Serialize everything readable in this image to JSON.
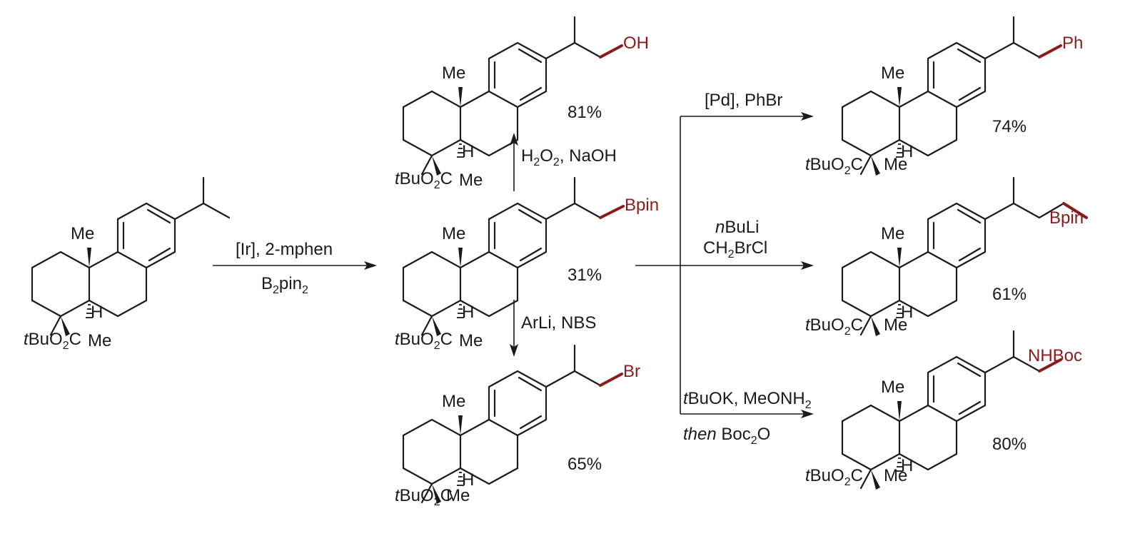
{
  "molecules": {
    "start": {
      "me_label": "Me",
      "h_label": "H",
      "ester_label": "tBuO2C",
      "me2_label": "Me",
      "group": ""
    },
    "bpin": {
      "me_label": "Me",
      "h_label": "H",
      "ester_label": "tBuO2C",
      "me2_label": "Me",
      "group": "Bpin",
      "yield": "31%"
    },
    "oh": {
      "me_label": "Me",
      "h_label": "H",
      "ester_label": "tBuO2C",
      "me2_label": "Me",
      "group": "OH",
      "yield": "81%"
    },
    "br": {
      "me_label": "Me",
      "h_label": "H",
      "ester_label": "tBuO2C",
      "me2_label": "Me",
      "group": "Br",
      "yield": "65%"
    },
    "ph": {
      "me_label": "Me",
      "h_label": "H",
      "ester_label": "tBuO2C",
      "me2_label": "Me",
      "group": "Ph",
      "yield": "74%"
    },
    "homologated_bpin": {
      "me_label": "Me",
      "h_label": "H",
      "ester_label": "tBuO2C",
      "me2_label": "Me",
      "group": "Bpin",
      "yield": "61%"
    },
    "nhboc": {
      "me_label": "Me",
      "h_label": "H",
      "ester_label": "tBuO2C",
      "me2_label": "Me",
      "group": "NHBoc",
      "yield": "80%"
    }
  },
  "conditions": {
    "borylation_top": "[Ir], 2-mphen",
    "borylation_bottom": "B2pin2",
    "oxidation": "H2O2, NaOH",
    "bromination": "ArLi, NBS",
    "arylation": "[Pd], PhBr",
    "homologation_top": "nBuLi",
    "homologation_bottom": "CH2BrCl",
    "amination_top": "tBuOK, MeONH2",
    "amination_bottom": "then Boc2O"
  },
  "colors": {
    "ink": "#1a1a1a",
    "highlight": "#8b1a1a"
  }
}
